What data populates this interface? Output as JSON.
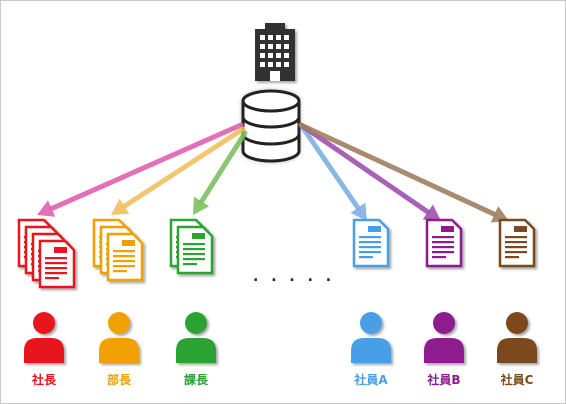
{
  "diagram": {
    "ellipsis": ". . . . .",
    "people": [
      {
        "label": "社長",
        "color": "#e8141c",
        "stack": 4
      },
      {
        "label": "部長",
        "color": "#f0a000",
        "stack": 3
      },
      {
        "label": "課長",
        "color": "#2aa332",
        "stack": 2
      },
      {
        "label": "社員A",
        "color": "#4a9ee8",
        "stack": 1
      },
      {
        "label": "社員B",
        "color": "#8e1a8e",
        "stack": 1
      },
      {
        "label": "社員C",
        "color": "#7b4a1a",
        "stack": 1
      }
    ],
    "arrow_colors": [
      "#e060b0",
      "#f0c060",
      "#7cc060",
      "#80b0e0",
      "#a050b0",
      "#a08060"
    ],
    "icons": [
      "building-icon",
      "database-icon",
      "document-icon",
      "person-icon"
    ]
  }
}
